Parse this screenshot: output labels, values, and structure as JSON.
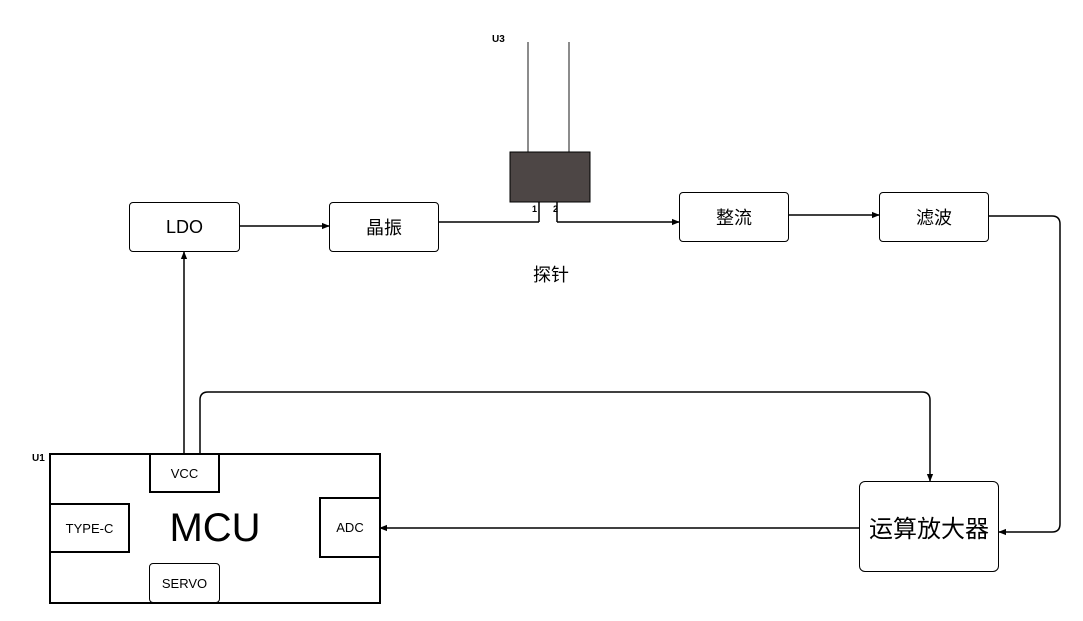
{
  "nodes": {
    "ldo": "LDO",
    "crystal": "晶振",
    "rectifier": "整流",
    "filter": "滤波",
    "opamp": "运算放大器",
    "mcu": "MCU",
    "vcc": "VCC",
    "typec": "TYPE-C",
    "adc": "ADC",
    "servo": "SERVO"
  },
  "probe": {
    "designator": "U3",
    "label": "探针",
    "pin1": "1",
    "pin2": "2",
    "body_color": "#4d4645"
  },
  "mcu_designator": "U1",
  "colors": {
    "line": "#000000",
    "lead": "#666666"
  }
}
